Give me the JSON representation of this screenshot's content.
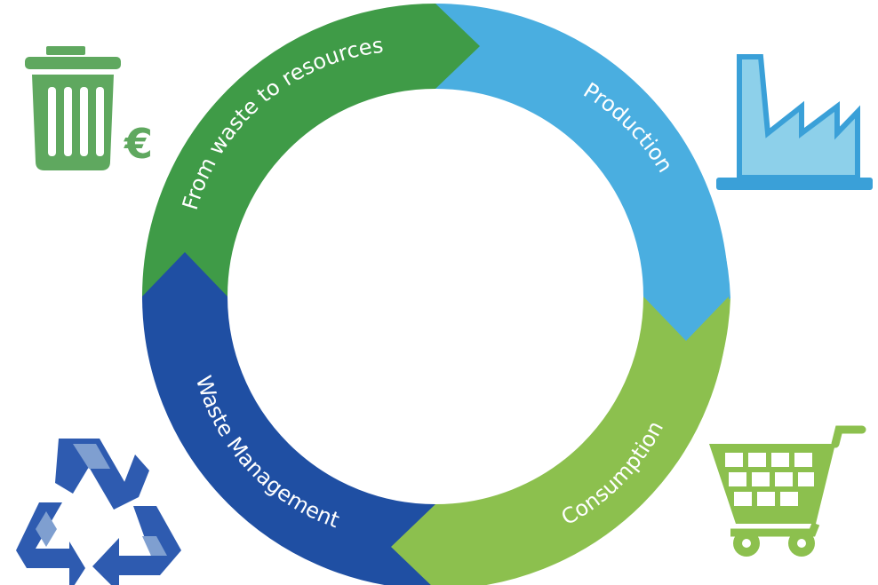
{
  "diagram": {
    "title": "",
    "segments": [
      {
        "id": "from-waste",
        "label": "From waste to resources",
        "color": "#3f9b47"
      },
      {
        "id": "production",
        "label": "Production",
        "color": "#4aaee0"
      },
      {
        "id": "consumption",
        "label": "Consumption",
        "color": "#8cc04e"
      },
      {
        "id": "waste-management",
        "label": "Waste Management",
        "color": "#1f4fa3"
      }
    ],
    "icons": [
      {
        "name": "trash-bin-euro-icon",
        "color": "#5fa85f",
        "symbol": "€"
      },
      {
        "name": "factory-icon",
        "color": "#8dd0ea",
        "accent": "#3aa0d8"
      },
      {
        "name": "shopping-cart-icon",
        "color": "#8cc04e"
      },
      {
        "name": "recycle-icon",
        "color": "#2e5bb0",
        "light": "#7f9fd0"
      }
    ]
  }
}
